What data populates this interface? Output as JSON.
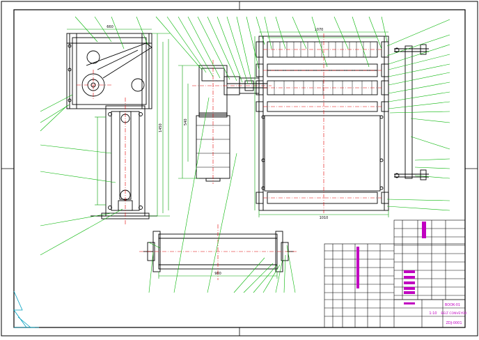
{
  "drawing": {
    "colors": {
      "background": "#ffffff",
      "outline": "#000000",
      "leader": "#00b400",
      "centerline": "#e00000",
      "annotation": "#c000c0",
      "dimension": "#00a000"
    },
    "dimensions": {
      "gearbox_top_width": "660",
      "roller_frame_width": "1070",
      "frame_bottom_width": "1010",
      "side_height": "1450",
      "motor_height": "540",
      "bottom_roller_width": "980"
    },
    "title_block": {
      "drawing_title": "BOOK-01",
      "part_name": "BELT CONVEYOR",
      "drawing_number": "ZDJ-0001",
      "scale": "1:10"
    }
  }
}
